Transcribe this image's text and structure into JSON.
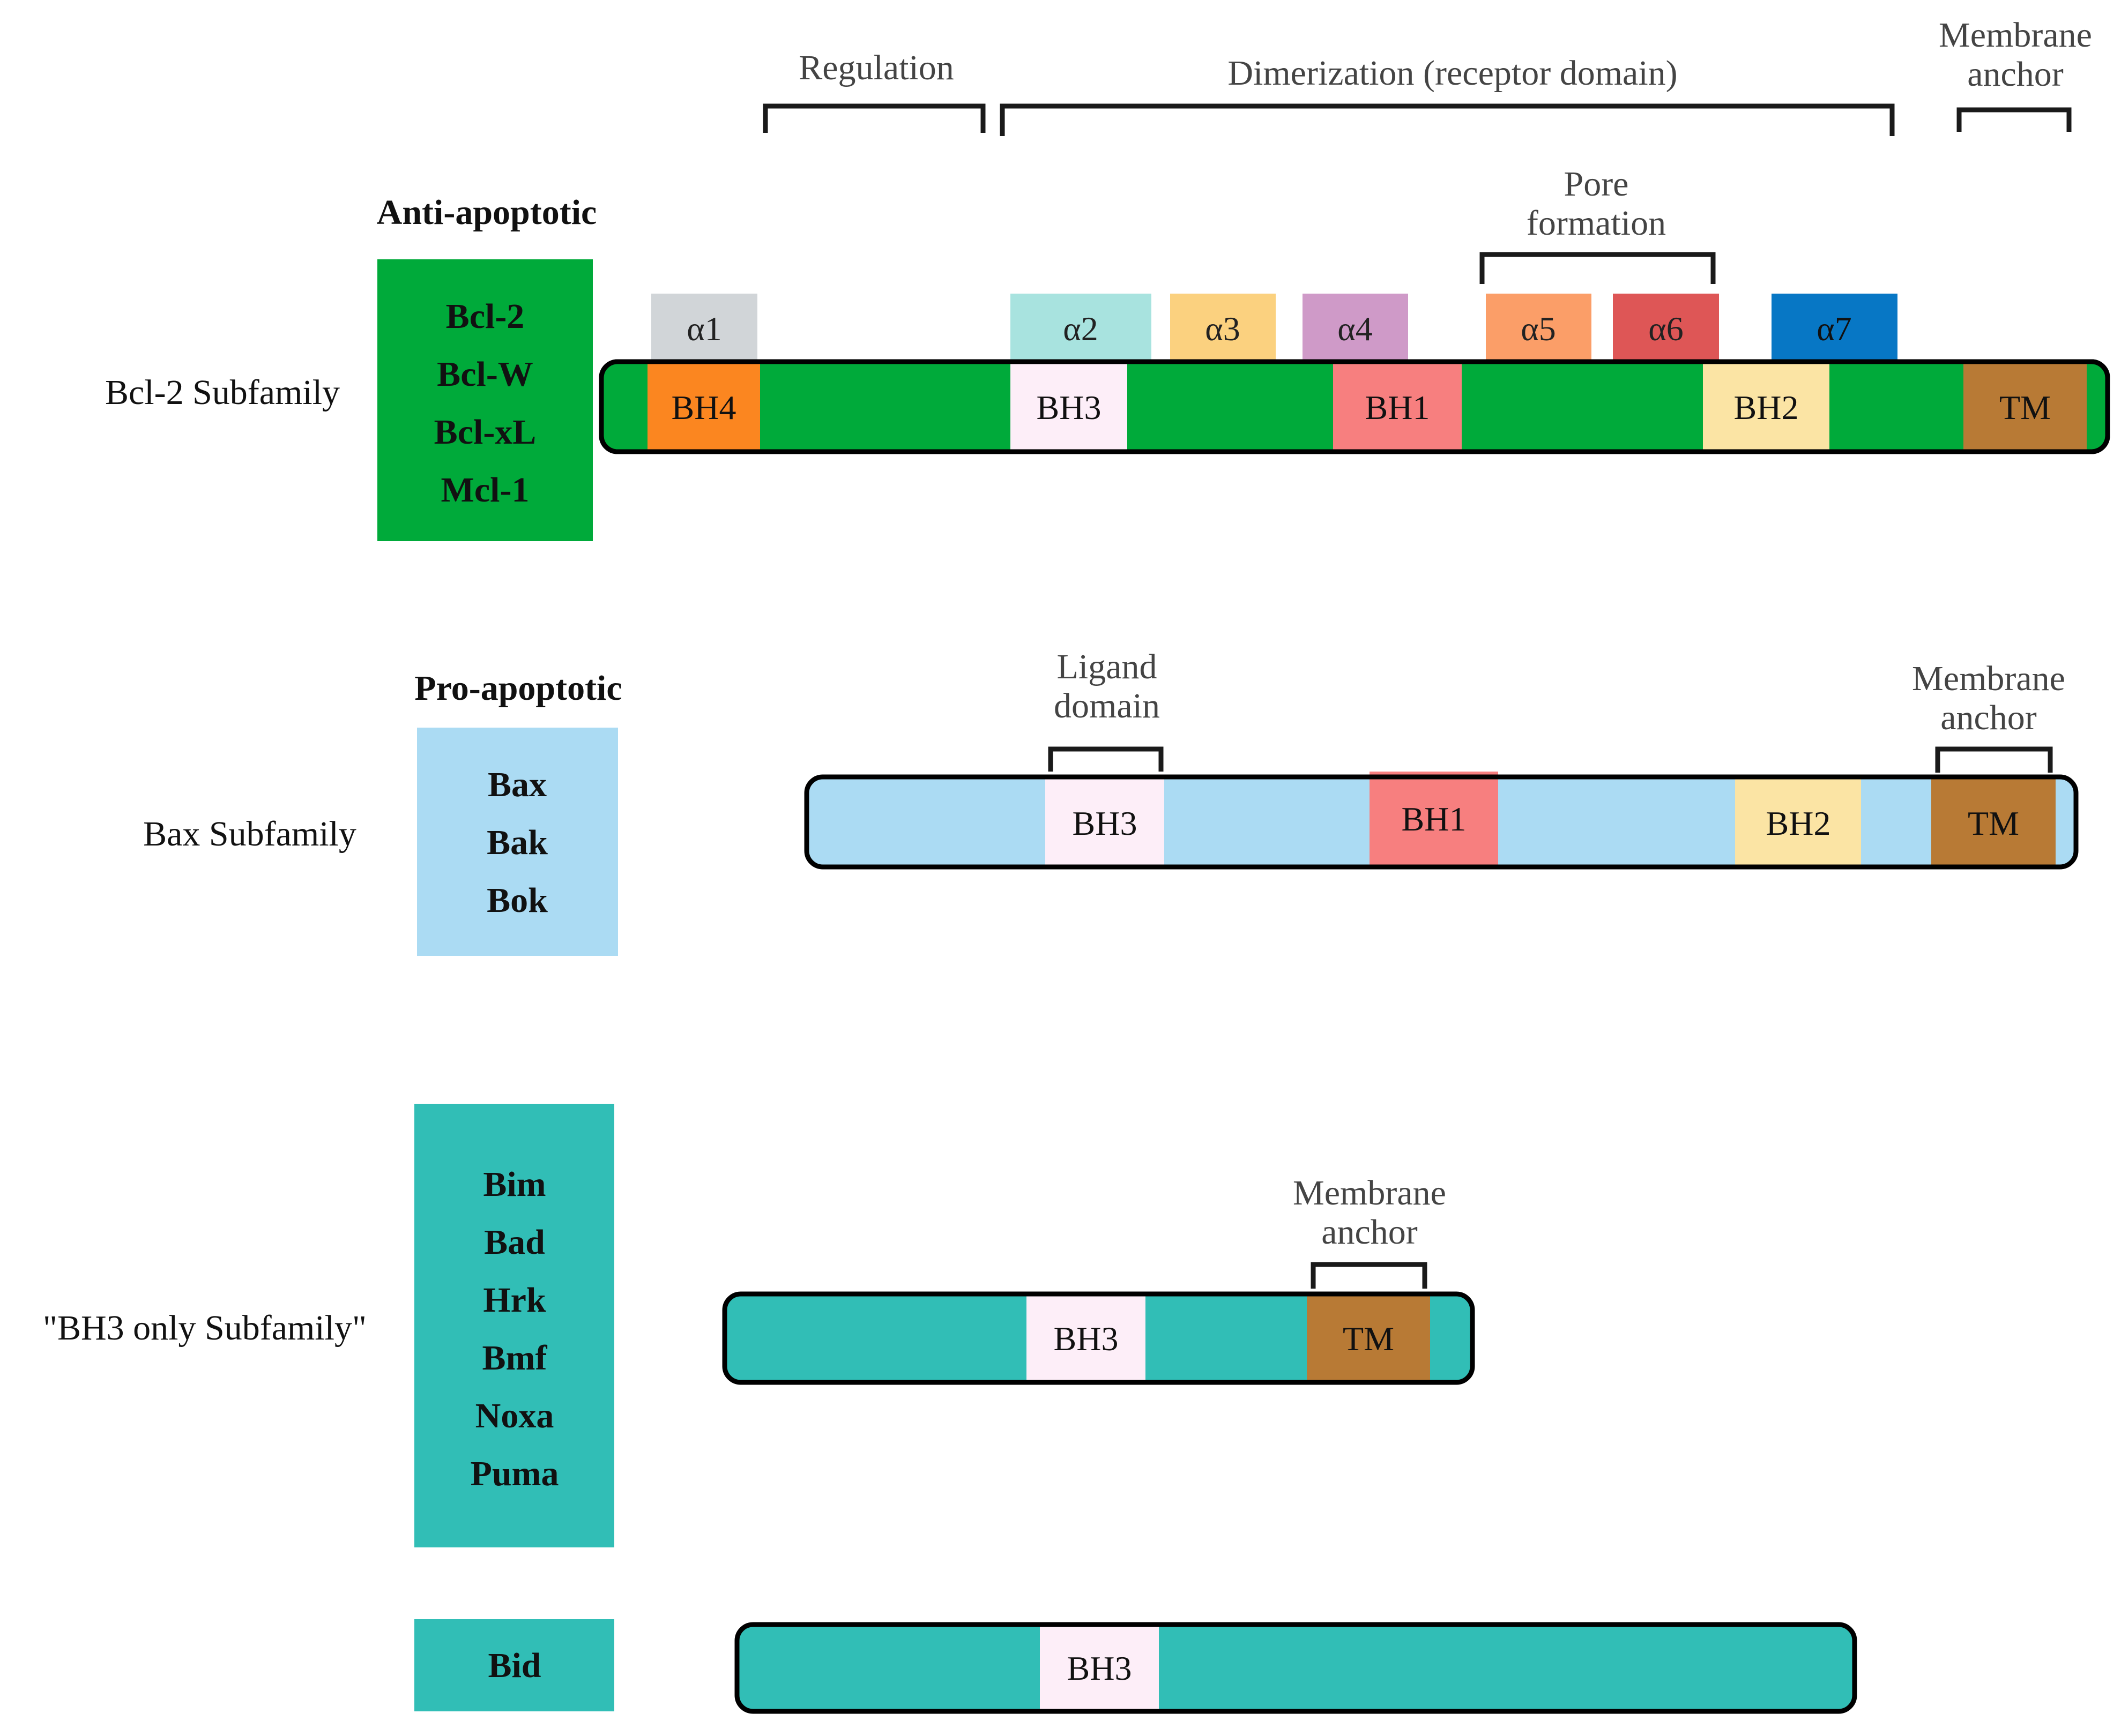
{
  "top_annotations": {
    "regulation": "Regulation",
    "dimerization": "Dimerization (receptor domain)",
    "membrane_anchor_line1": "Membrane",
    "membrane_anchor_line2": "anchor",
    "pore_line1": "Pore",
    "pore_line2": "formation"
  },
  "bcl2": {
    "category": "Anti-apoptotic",
    "subfamily": "Bcl-2 Subfamily",
    "members": [
      "Bcl-2",
      "Bcl-W",
      "Bcl-xL",
      "Mcl-1"
    ],
    "helices": [
      "α1",
      "α2",
      "α3",
      "α4",
      "α5",
      "α6",
      "α7"
    ],
    "domains": [
      "BH4",
      "BH3",
      "BH1",
      "BH2",
      "TM"
    ],
    "color": "#00aa3a"
  },
  "bax": {
    "category": "Pro-apoptotic",
    "subfamily": "Bax Subfamily",
    "members": [
      "Bax",
      "Bak",
      "Bok"
    ],
    "ligand_line1": "Ligand",
    "ligand_line2": "domain",
    "anchor_line1": "Membrane",
    "anchor_line2": "anchor",
    "domains": [
      "BH3",
      "BH1",
      "BH2",
      "TM"
    ],
    "color": "#abdbf3"
  },
  "bh3only": {
    "subfamily": "\"BH3 only Subfamily\"",
    "members": [
      "Bim",
      "Bad",
      "Hrk",
      "Bmf",
      "Noxa",
      "Puma"
    ],
    "anchor_line1": "Membrane",
    "anchor_line2": "anchor",
    "domains": [
      "BH3",
      "TM"
    ],
    "color": "#31beb6"
  },
  "bid": {
    "members": [
      "Bid"
    ],
    "domains": [
      "BH3"
    ],
    "color": "#31beb6"
  },
  "colors": {
    "helix_a1": "#d1d5d8",
    "helix_a2": "#a8e3df",
    "helix_a3": "#fbd17f",
    "helix_a4": "#cf9ac8",
    "helix_a5": "#fb9e68",
    "helix_a6": "#de5656",
    "helix_a7": "#0777c5",
    "bh4": "#fb8620",
    "bh3": "#fdeef8",
    "bh1": "#f77f7f",
    "bh2": "#fbe4a4",
    "tm": "#b87a35"
  }
}
